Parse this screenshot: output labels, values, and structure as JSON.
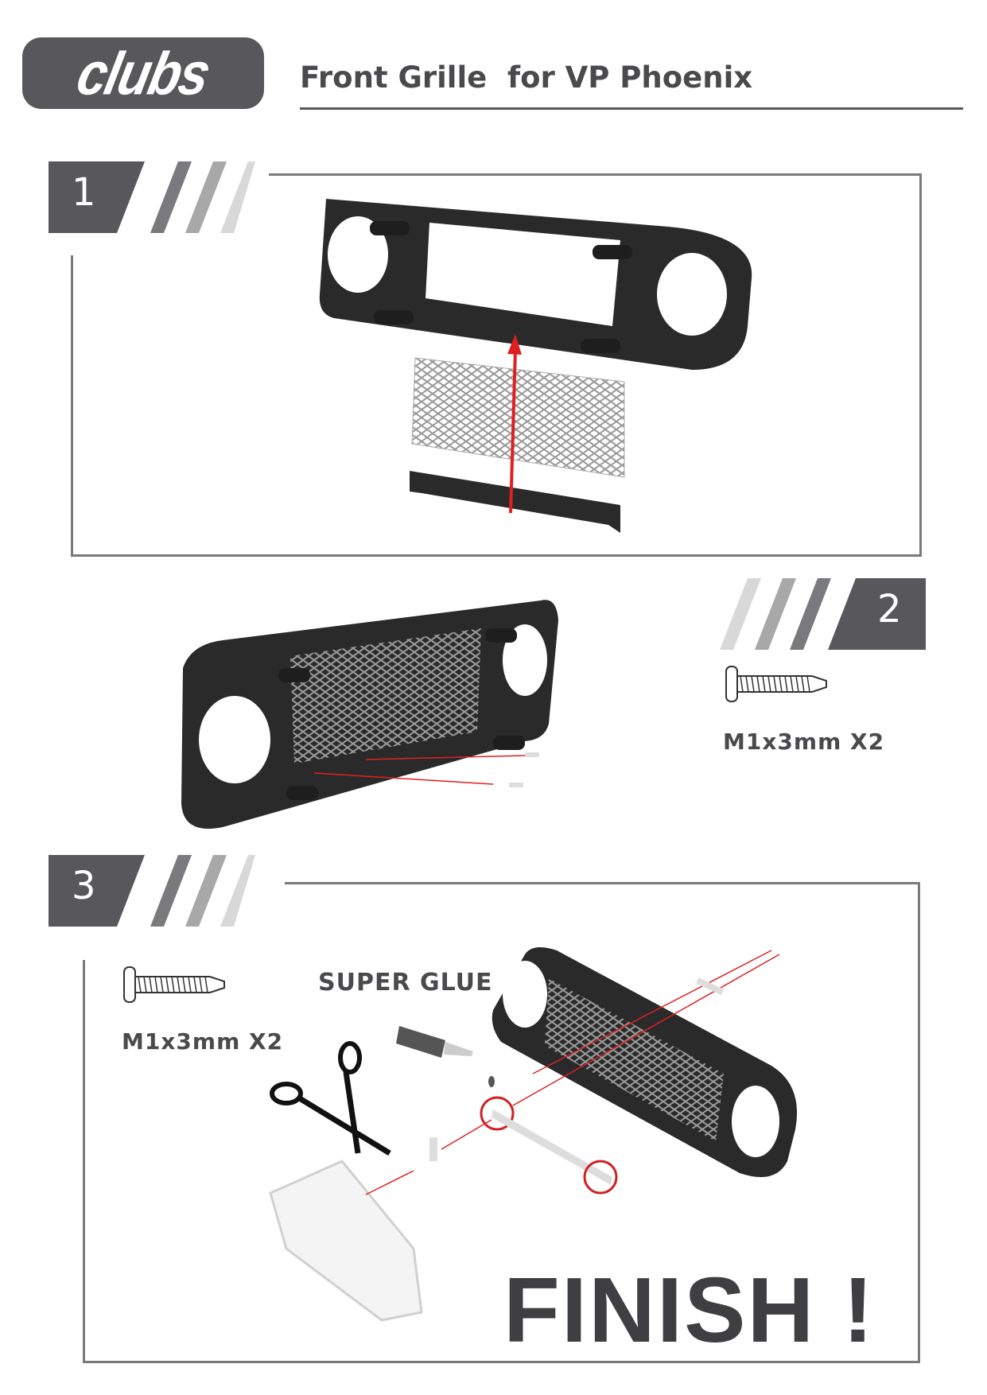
{
  "header": {
    "brand": "clubs",
    "title": "Front Grille  for VP Phoenix"
  },
  "colors": {
    "dark": "#58575a",
    "stripe1": "#7a7a7c",
    "stripe2": "#a8a8a8",
    "stripe3": "#d8d8d8",
    "arrow": "#e02020"
  },
  "steps": [
    {
      "number": "1"
    },
    {
      "number": "2",
      "part": "M1x3mm X2"
    },
    {
      "number": "3",
      "part": "M1x3mm X2",
      "glue_label": "SUPER GLUE",
      "finish": "FINISH !"
    }
  ]
}
